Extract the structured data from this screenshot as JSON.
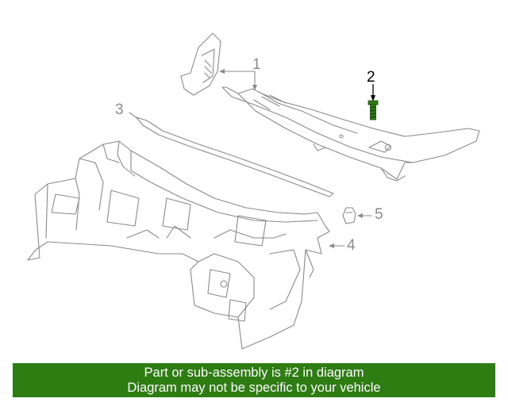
{
  "diagram": {
    "callouts": [
      {
        "id": "1",
        "label": "1"
      },
      {
        "id": "2",
        "label": "2",
        "highlighted": true
      },
      {
        "id": "3",
        "label": "3"
      },
      {
        "id": "4",
        "label": "4"
      },
      {
        "id": "5",
        "label": "5"
      }
    ],
    "colors": {
      "line": "#8a8a8a",
      "highlight": "#000000",
      "part_highlight": "#2e7d13"
    }
  },
  "banner": {
    "line1": "Part or sub-assembly is #2 in diagram",
    "line2": "Diagram may not be specific to your vehicle",
    "background": "#2e7d13"
  }
}
